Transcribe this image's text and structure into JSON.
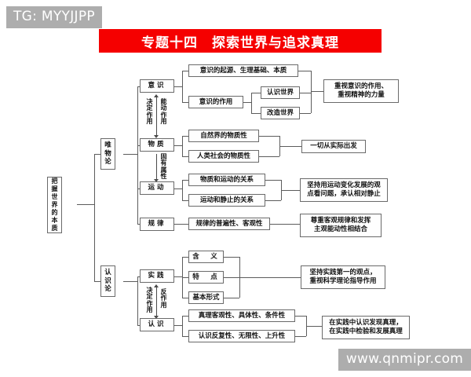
{
  "watermarks": {
    "telegram": "TG: MYYJJPP",
    "site": "www.qnmipr.com"
  },
  "header": {
    "title": "专题十四　探索世界与追求真理",
    "banner_color": "#f50000",
    "banner_text_color": "#ffffff"
  },
  "diagram": {
    "type": "mind-map",
    "root": "把握世界的本质",
    "root_chars": [
      "把",
      "握",
      "世",
      "界",
      "的",
      "本",
      "质"
    ],
    "branches": [
      {
        "name": "唯物论",
        "chars": [
          "唯",
          "物",
          "论"
        ],
        "topics": [
          {
            "name": "意识",
            "details": [
              "意识的起源、生理基础、本质",
              "意识的作用"
            ],
            "sub_details": [
              "认识世界",
              "改造世界"
            ],
            "conclusion": "重视意识的作用、重视精神的力量"
          },
          {
            "name": "物质",
            "details": [
              "自然界的物质性",
              "人类社会的物质性"
            ],
            "conclusion": "一切从实际出发"
          },
          {
            "name": "运动",
            "details": [
              "物质和运动的关系",
              "运动和静止的关系"
            ],
            "conclusion": "坚持用运动变化发展的观点看问题，承认相对静止"
          },
          {
            "name": "规律",
            "details": [
              "规律的普遍性、客观性"
            ],
            "conclusion": "尊重客观规律和发挥主观能动性相结合"
          }
        ],
        "relations": [
          {
            "from": "意识",
            "to": "物质",
            "label": "决定作用",
            "chars": [
              "决",
              "定",
              "作",
              "用"
            ]
          },
          {
            "from": "物质",
            "to": "意识",
            "label": "能动作用",
            "chars": [
              "能",
              "动",
              "作",
              "用"
            ]
          },
          {
            "from": "物质",
            "to": "运动",
            "label": "固有属性",
            "chars": [
              "固",
              "有",
              "属",
              "性"
            ]
          }
        ]
      },
      {
        "name": "认识论",
        "chars": [
          "认",
          "识",
          "论"
        ],
        "topics": [
          {
            "name": "实践",
            "details": [
              "含　义",
              "特　点",
              "基本形式"
            ],
            "conclusion": "坚持实践第一的观点，重视科学理论指导作用"
          },
          {
            "name": "认识",
            "details": [
              "真理客观性、具体性、条件性",
              "认识反复性、无限性、上升性"
            ],
            "conclusion": "在实践中认识发现真理，在实践中检验和发展真理"
          }
        ],
        "relations": [
          {
            "from": "实践",
            "to": "认识",
            "label": "决定作用",
            "chars": [
              "决",
              "定",
              "作",
              "用"
            ]
          },
          {
            "from": "认识",
            "to": "实践",
            "label": "反作用",
            "chars": [
              "反",
              "作",
              "用"
            ]
          }
        ]
      }
    ],
    "conclusion_texts": {
      "consciousness_l1": "重视意识的作用、",
      "consciousness_l2": "重视精神的力量",
      "matter": "一切从实际出发",
      "motion_l1": "坚持用运动变化发展的观",
      "motion_l2": "点看问题，承认相对静止",
      "law_l1": "尊重客观规律和发挥",
      "law_l2": "主观能动性相结合",
      "practice_l1": "坚持实践第一的观点，",
      "practice_l2": "重视科学理论指导作用",
      "cognition_l1": "在实践中认识发现真理，",
      "cognition_l2": "在实践中检验和发展真理"
    }
  }
}
